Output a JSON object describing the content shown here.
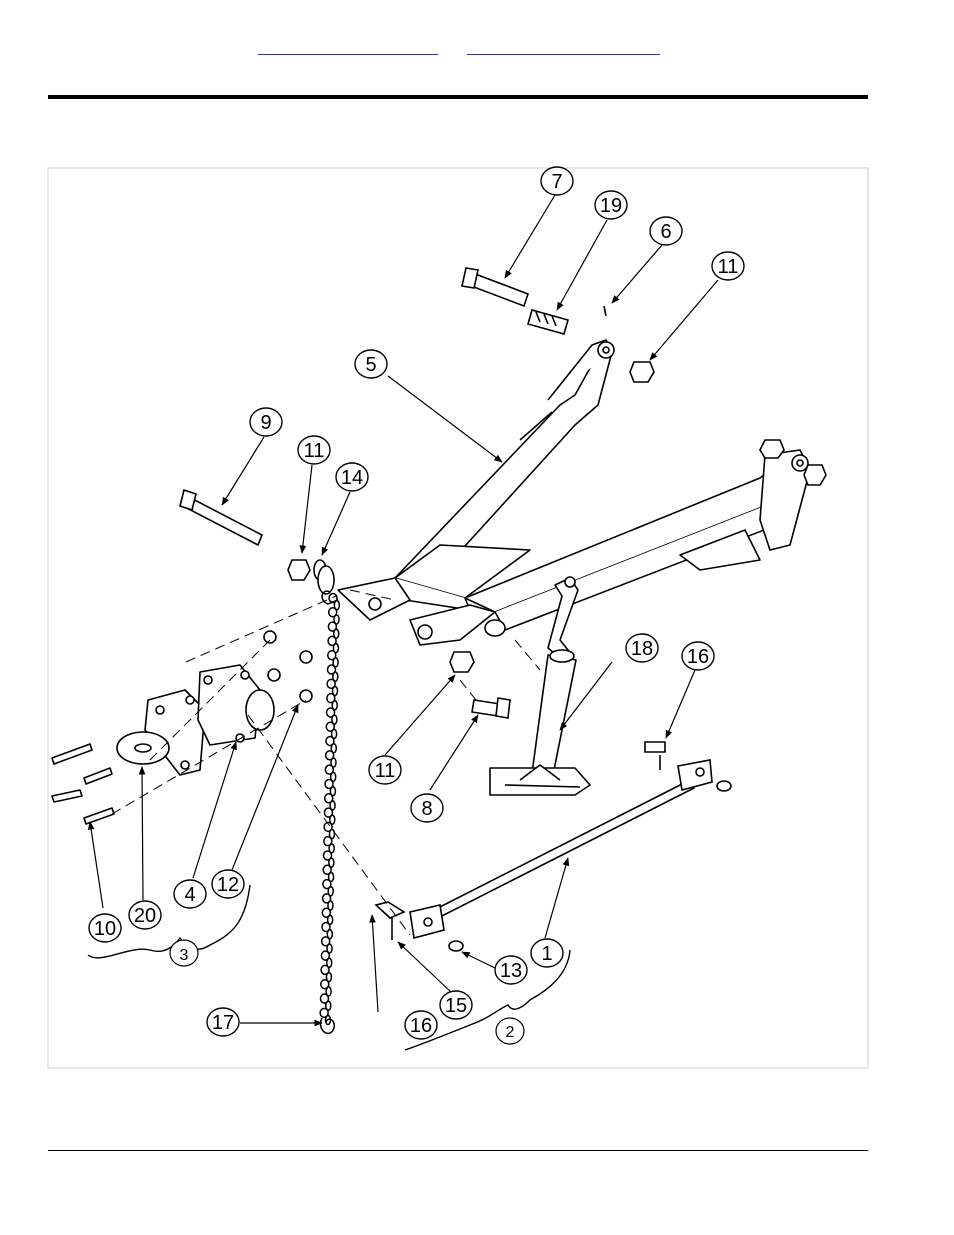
{
  "header": {
    "link_left": "",
    "link_right": ""
  },
  "callouts": {
    "c1": "1",
    "c2": "2",
    "c3": "3",
    "c4": "4",
    "c5": "5",
    "c6": "6",
    "c7": "7",
    "c8": "8",
    "c9": "9",
    "c10": "10",
    "c11a": "11",
    "c11b": "11",
    "c11c": "11",
    "c12": "12",
    "c13": "13",
    "c14": "14",
    "c15": "15",
    "c16a": "16",
    "c16b": "16",
    "c17": "17",
    "c18": "18",
    "c19": "19",
    "c20": "20"
  }
}
